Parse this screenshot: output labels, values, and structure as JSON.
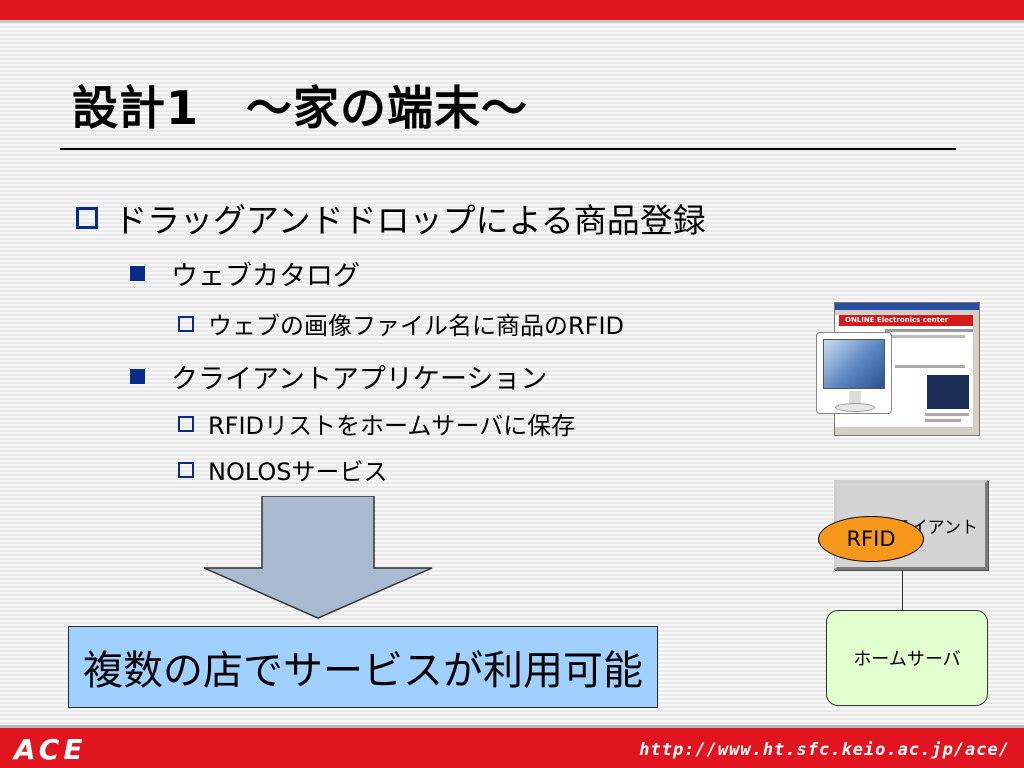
{
  "slide": {
    "title": "設計1　～家の端末～"
  },
  "bullets": {
    "level1": "ドラッグアンドドロップによる商品登録",
    "web_catalog": "ウェブカタログ",
    "web_catalog_sub": "ウェブの画像ファイル名に商品のRFID",
    "client_app": "クライアントアプリケーション",
    "client_app_sub1": "RFIDリストをホームサーバに保存",
    "client_app_sub2": "NOLOSサービス"
  },
  "result": {
    "label": "複数の店でサービスが利用可能"
  },
  "browser_screenshot": {
    "header": "ONLINE Electronics center"
  },
  "diagram": {
    "client_label": "クライアント",
    "rfid_badge": "RFID",
    "server_label": "ホームサーバ"
  },
  "footer": {
    "logo": "ACE",
    "url": "http://www.ht.sfc.keio.ac.jp/ace/"
  },
  "colors": {
    "accent_red": "#e0151f",
    "bullet_blue": "#0a2a8a",
    "result_box": "#9fd0ff",
    "rfid_orange": "#f7981d",
    "server_green": "#e2ffcf"
  }
}
